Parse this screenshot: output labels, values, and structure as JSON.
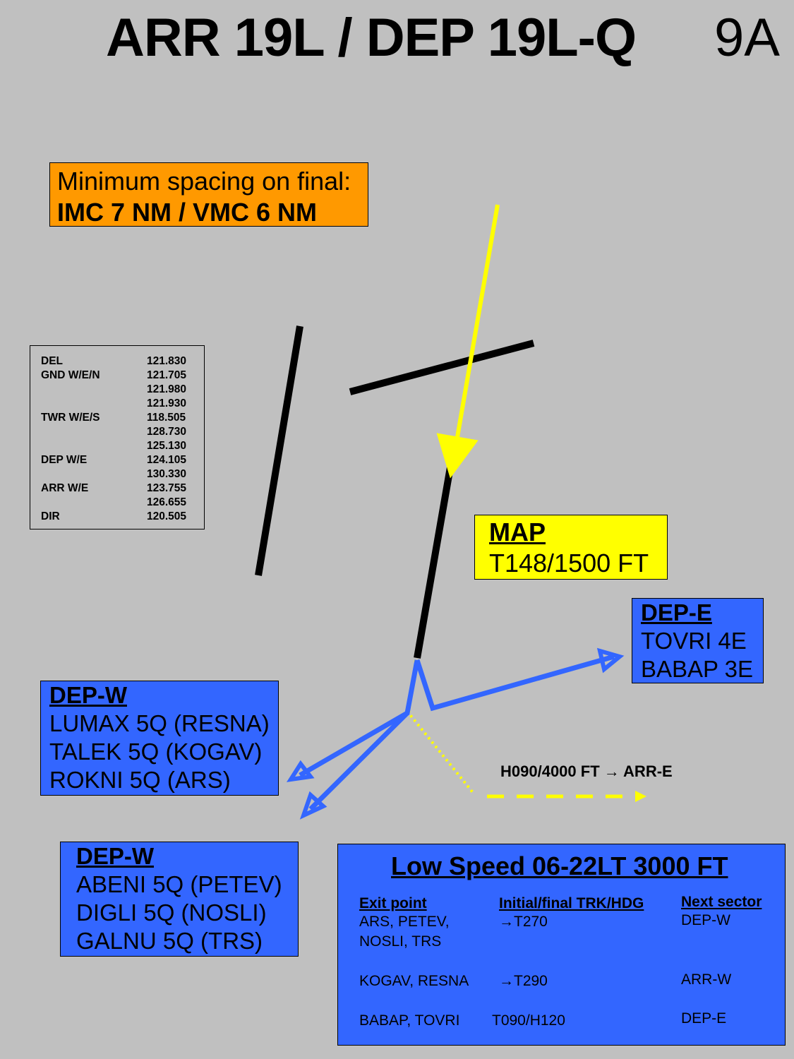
{
  "header": {
    "title": "ARR 19L / DEP 19L-Q",
    "chart_id": "9A"
  },
  "spacing": {
    "line1": "Minimum spacing on final:",
    "line2": "IMC 7 NM / VMC 6 NM"
  },
  "frequencies": [
    {
      "label": "DEL",
      "value": "121.830"
    },
    {
      "label": "GND W/E/N",
      "value": "121.705"
    },
    {
      "label": "",
      "value": "121.980"
    },
    {
      "label": "",
      "value": "121.930"
    },
    {
      "label": "TWR W/E/S",
      "value": "118.505"
    },
    {
      "label": "",
      "value": "128.730"
    },
    {
      "label": "",
      "value": "125.130"
    },
    {
      "label": "DEP W/E",
      "value": "124.105"
    },
    {
      "label": "",
      "value": "130.330"
    },
    {
      "label": "ARR W/E",
      "value": "123.755"
    },
    {
      "label": "",
      "value": "126.655"
    },
    {
      "label": "DIR",
      "value": "120.505"
    }
  ],
  "map": {
    "title": "MAP",
    "value": "T148/1500 FT"
  },
  "dep_e": {
    "title": "DEP-E",
    "routes": [
      "TOVRI 4E",
      "BABAP 3E"
    ]
  },
  "dep_w_1": {
    "title": "DEP-W",
    "routes": [
      "LUMAX 5Q (RESNA)",
      "TALEK 5Q (KOGAV)",
      "ROKNI 5Q (ARS)"
    ]
  },
  "dep_w_2": {
    "title": "DEP-W",
    "routes": [
      "ABENI 5Q (PETEV)",
      "DIGLI 5Q (NOSLI)",
      "GALNU 5Q (TRS)"
    ]
  },
  "missed_approach": {
    "label": "H090/4000 FT → ARR-E"
  },
  "low_speed": {
    "title": "Low Speed 06-22LT  3000 FT",
    "headers": [
      "Exit point",
      "Initial/final TRK/HDG",
      "Next sector"
    ],
    "rows": [
      {
        "exit_line1": "ARS, PETEV,",
        "exit_line2": "NOSLI, TRS",
        "track": "→T270",
        "sector": "DEP-W"
      },
      {
        "exit_line1": "KOGAV, RESNA",
        "exit_line2": "",
        "track": "→T290",
        "sector": "ARR-W"
      },
      {
        "exit_line1": "BABAP, TOVRI",
        "exit_line2": "",
        "track": "T090/H120",
        "sector": "DEP-E"
      }
    ]
  },
  "colors": {
    "background": "#c0c0c0",
    "spacing_box": "#ff9900",
    "map_box": "#ffff00",
    "departure_blue": "#3366ff",
    "arrival_yellow": "#ffff00",
    "runway": "#000000"
  }
}
